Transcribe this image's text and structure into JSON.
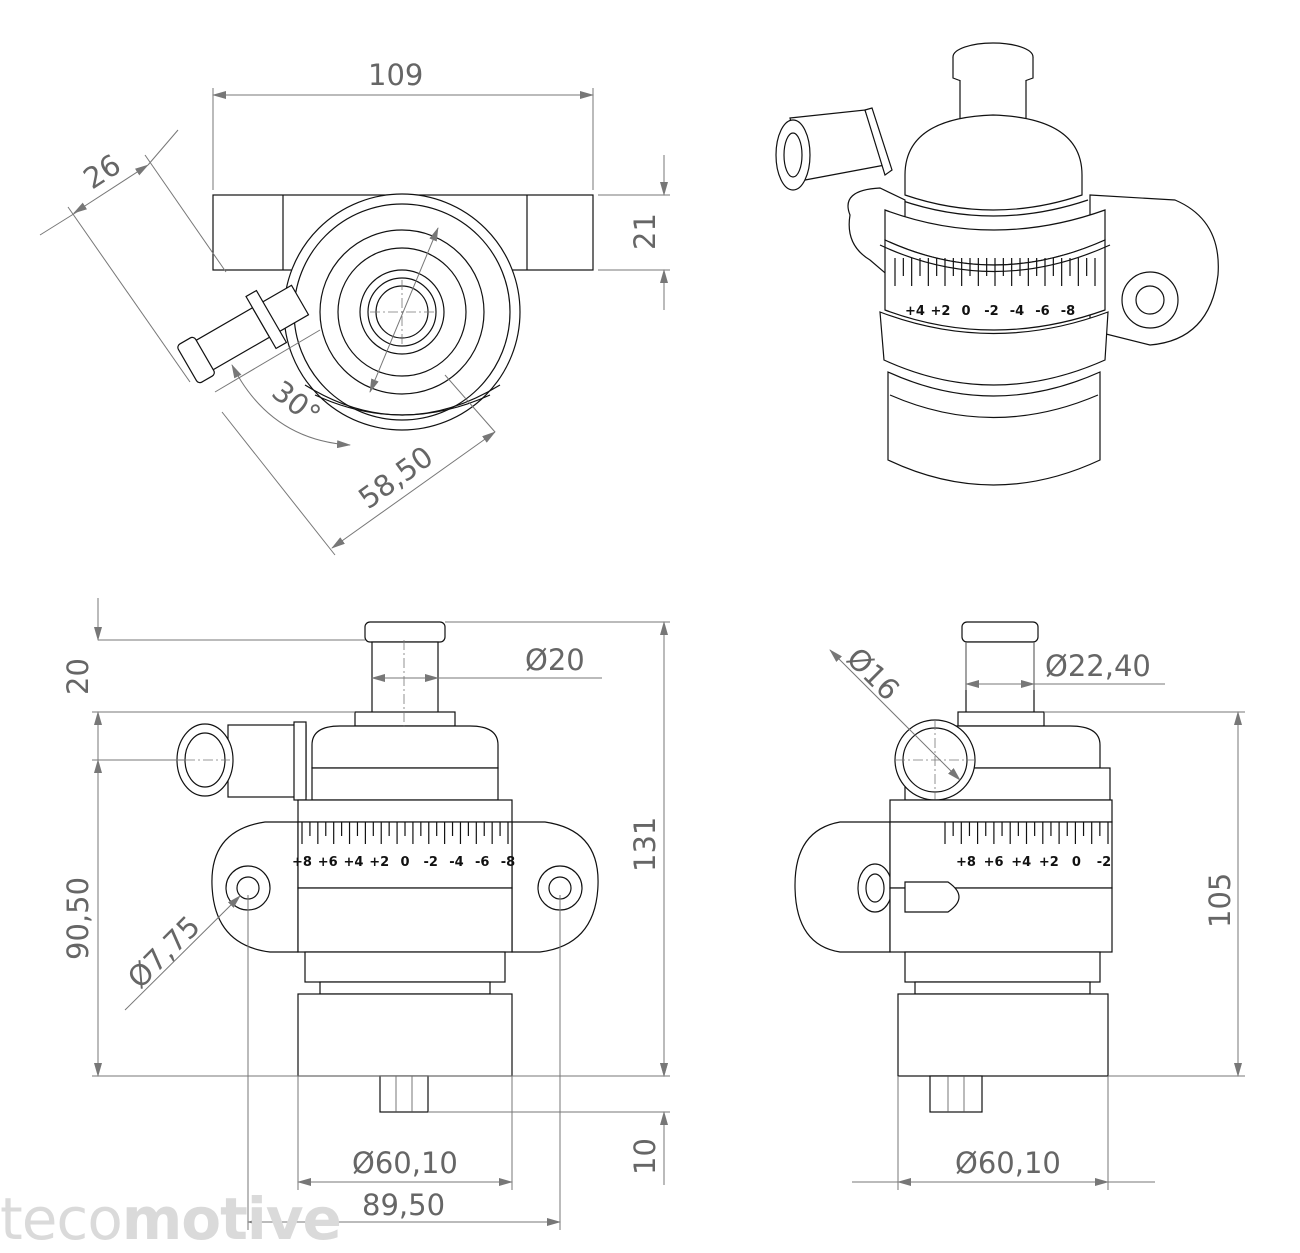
{
  "views": {
    "top": {
      "dimensions": [
        "109",
        "26",
        "21",
        "30°",
        "58,50"
      ]
    },
    "front": {
      "dimensions": [
        "20",
        "Ø20",
        "90,50",
        "Ø7,75",
        "131",
        "Ø60,10",
        "89,50",
        "10"
      ],
      "scale_labels": [
        "+8",
        "+6",
        "+4",
        "+2",
        "0",
        "-2",
        "-4",
        "-6",
        "-8"
      ]
    },
    "side": {
      "dimensions": [
        "Ø16",
        "Ø22,40",
        "105",
        "Ø60,10"
      ],
      "scale_labels": [
        "+8",
        "+6",
        "+4",
        "+2",
        "0",
        "-2"
      ]
    },
    "iso": {
      "scale_labels": [
        "+4",
        "+2",
        "0",
        "-2",
        "-4",
        "-6",
        "-8"
      ]
    }
  },
  "logo": {
    "part1": "teco",
    "part2": "motive"
  }
}
